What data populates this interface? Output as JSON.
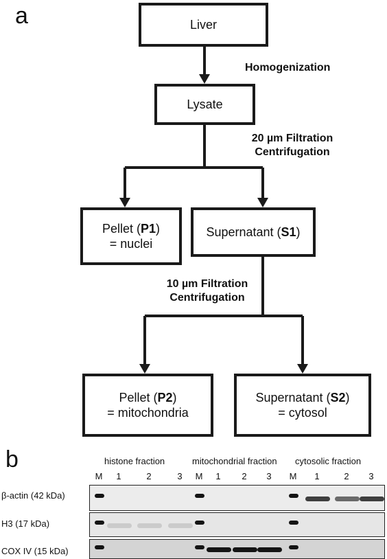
{
  "panel_a": {
    "letter": "a",
    "nodes": {
      "liver": "Liver",
      "lysate": "Lysate",
      "p1_prefix": "Pellet (",
      "p1_code": "P1",
      "p1_suffix": ")",
      "p1_desc": "= nuclei",
      "s1_prefix": "Supernatant (",
      "s1_code": "S1",
      "s1_suffix": ")",
      "p2_prefix": "Pellet (",
      "p2_code": "P2",
      "p2_suffix": ")",
      "p2_desc": "= mitochondria",
      "s2_prefix": "Supernatant (",
      "s2_code": "S2",
      "s2_suffix": ")",
      "s2_desc": "= cytosol"
    },
    "steps": {
      "homogenization": "Homogenization",
      "filtration20": "20 µm Filtration",
      "centrifugation1": "Centrifugation",
      "filtration10": "10 µm Filtration",
      "centrifugation2": "Centrifugation"
    }
  },
  "panel_b": {
    "letter": "b",
    "fractions": [
      "histone fraction",
      "mitochondrial fraction",
      "cytosolic fraction"
    ],
    "lanes": [
      "M",
      "1",
      "2",
      "3",
      "M",
      "1",
      "2",
      "3",
      "M",
      "1",
      "2",
      "3"
    ],
    "rows": [
      {
        "label": "β-actin (42 kDa)",
        "bands": [
          1,
          0,
          0,
          0,
          1,
          0,
          0,
          0,
          1,
          0.8,
          0.6,
          0.8
        ]
      },
      {
        "label": "H3 (17 kDa)",
        "bands": [
          1,
          0.15,
          0.15,
          0.15,
          1,
          0,
          0,
          0,
          1,
          0,
          0,
          0
        ]
      },
      {
        "label": "COX IV (15 kDa)",
        "bands": [
          1,
          0,
          0,
          0,
          1,
          1,
          1,
          1,
          1,
          0,
          0,
          0
        ]
      }
    ]
  }
}
